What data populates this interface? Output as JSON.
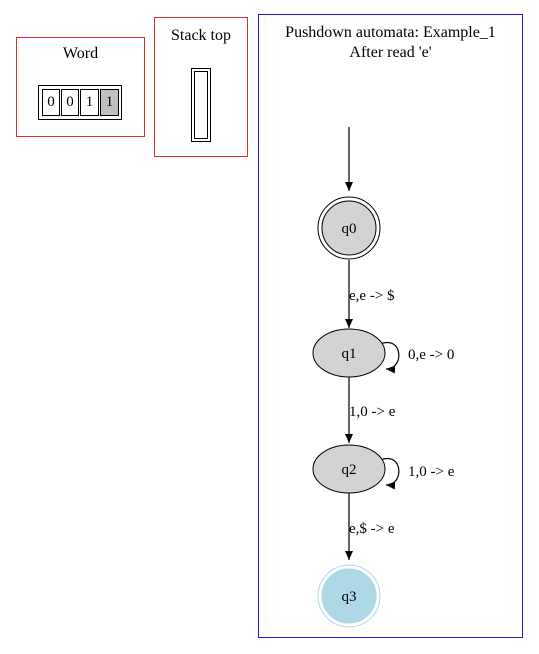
{
  "word_panel": {
    "title": "Word",
    "symbols": [
      "0",
      "0",
      "1",
      "1"
    ],
    "current_index": 3
  },
  "stack_panel": {
    "title": "Stack top",
    "top_symbol": ""
  },
  "automaton": {
    "title": "Pushdown automata: Example_1",
    "subtitle": "After read 'e'",
    "states": [
      {
        "id": "q0",
        "label": "q0",
        "start": true,
        "accepting": true,
        "fill": "#d3d3d3",
        "stroke": "#000000"
      },
      {
        "id": "q1",
        "label": "q1",
        "start": false,
        "accepting": false,
        "fill": "#d3d3d3",
        "stroke": "#000000"
      },
      {
        "id": "q2",
        "label": "q2",
        "start": false,
        "accepting": false,
        "fill": "#d3d3d3",
        "stroke": "#000000"
      },
      {
        "id": "q3",
        "label": "q3",
        "start": false,
        "accepting": true,
        "fill": "#add8e6",
        "stroke": "#add8e6"
      }
    ],
    "transitions": [
      {
        "from": "q0",
        "to": "q1",
        "label": "e,e -> $"
      },
      {
        "from": "q1",
        "to": "q1",
        "label": "0,e -> 0"
      },
      {
        "from": "q1",
        "to": "q2",
        "label": "1,0 -> e"
      },
      {
        "from": "q2",
        "to": "q2",
        "label": "1,0 -> e"
      },
      {
        "from": "q2",
        "to": "q3",
        "label": "e,$ -> e"
      }
    ]
  }
}
